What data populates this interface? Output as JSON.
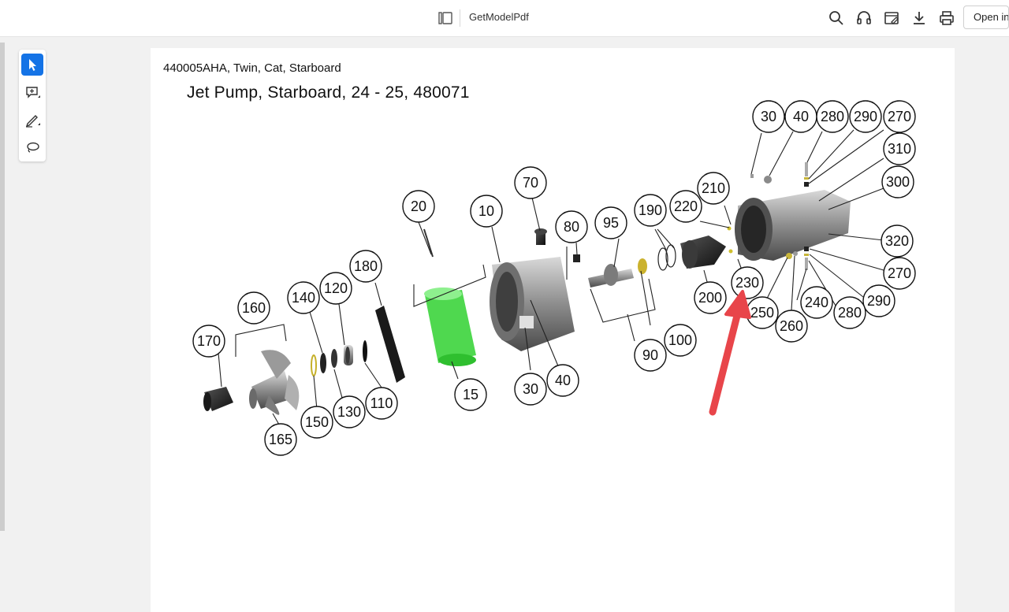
{
  "toolbar": {
    "doc_title": "GetModelPdf",
    "open_label": "Open in c",
    "icons": [
      "sidebar-toggle-icon",
      "search-icon",
      "read-aloud-icon",
      "fill-sign-icon",
      "download-icon",
      "print-icon"
    ]
  },
  "tools": [
    "select-cursor-icon",
    "add-comment-icon",
    "draw-icon",
    "lasso-icon"
  ],
  "page": {
    "model_line": "440005AHA, Twin, Cat, Starboard",
    "diagram_title": "Jet Pump, Starboard, 24 - 25, 480071"
  },
  "callouts": [
    "10",
    "15",
    "20",
    "30",
    "40",
    "70",
    "80",
    "90",
    "95",
    "100",
    "110",
    "120",
    "130",
    "140",
    "150",
    "160",
    "165",
    "170",
    "180",
    "190",
    "200",
    "210",
    "220",
    "230",
    "240",
    "250",
    "260",
    "270",
    "280",
    "290",
    "300",
    "310",
    "320"
  ],
  "colors": {
    "accent": "#1473e6",
    "highlight_part": "#5fe35f",
    "arrow": "#e8454a"
  }
}
